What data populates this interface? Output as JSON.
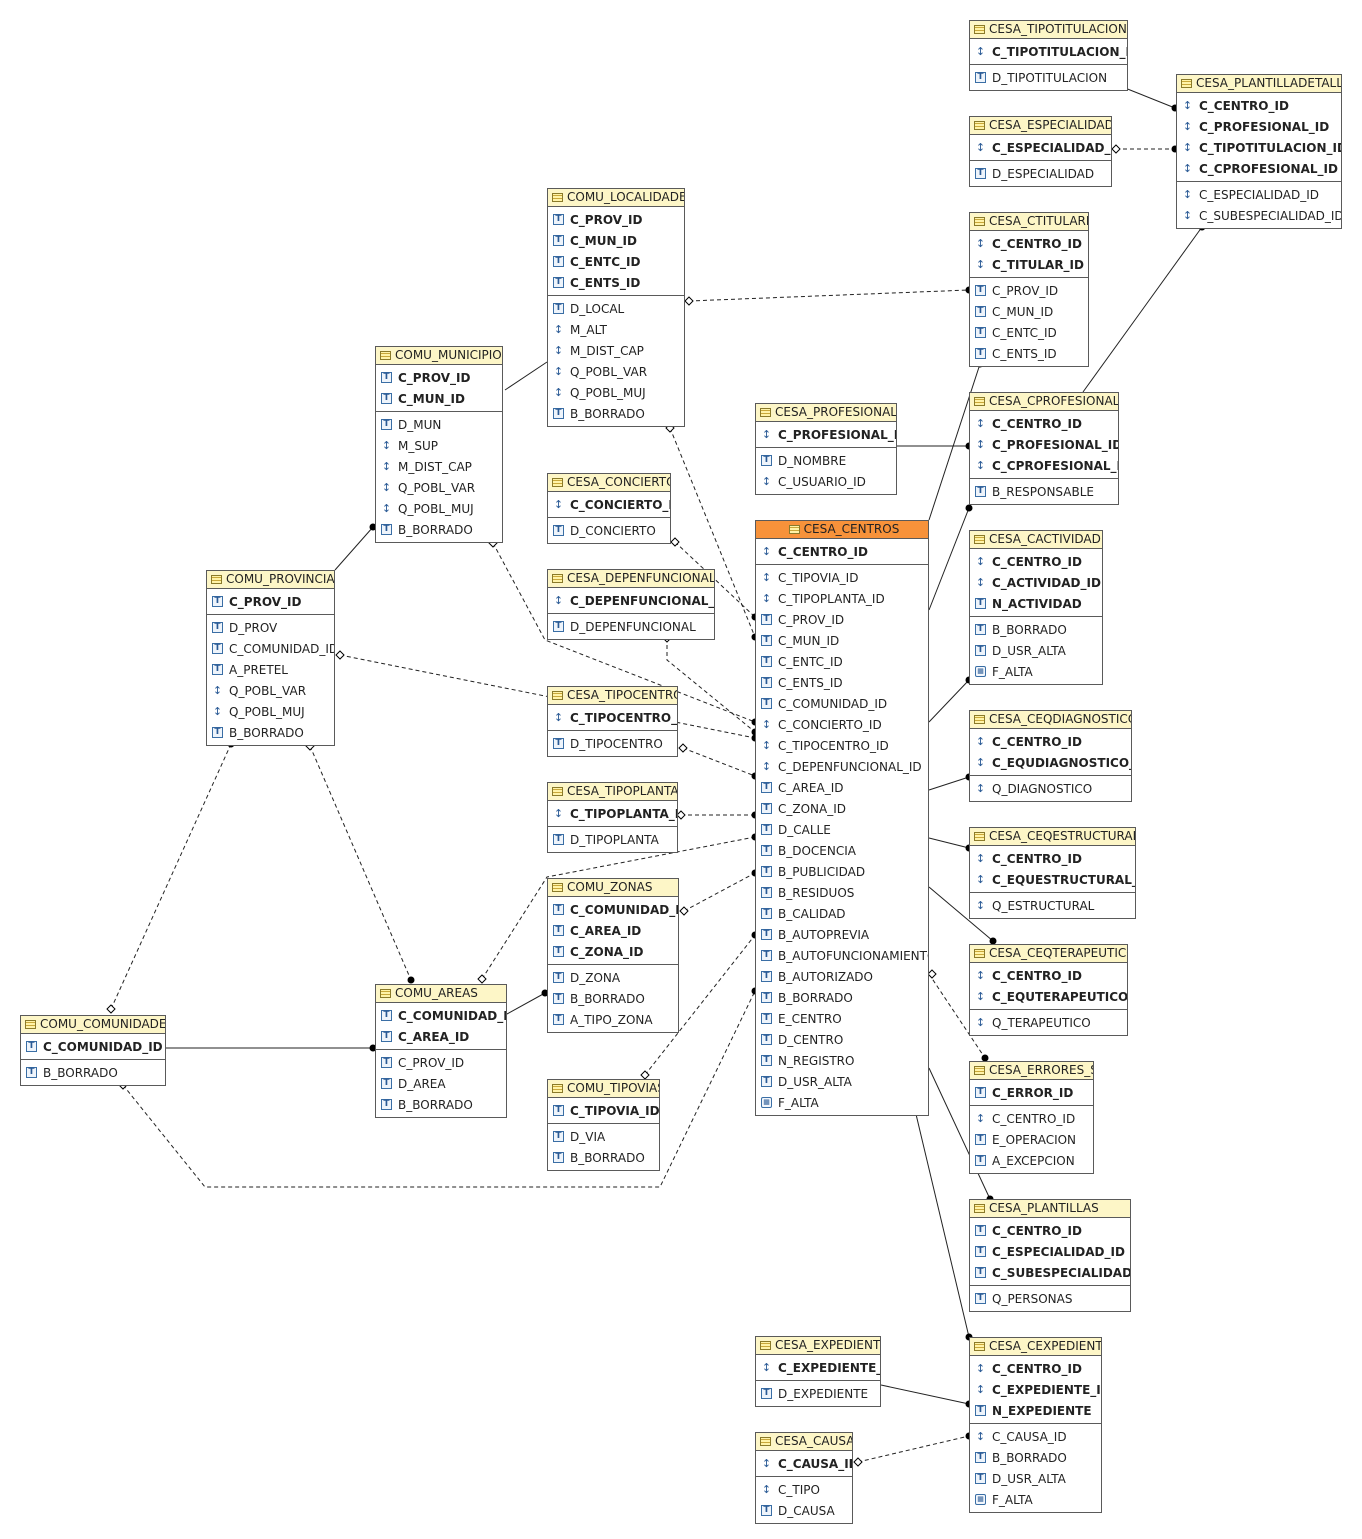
{
  "colors": {
    "header": "#fdf6c7",
    "main_header": "#f7923a",
    "border": "#5a5a5a",
    "line": "#222222"
  },
  "tables": {
    "cesa_tipotitulaciones": {
      "name": "CESA_TIPOTITULACIONES",
      "pk": [
        {
          "name": "C_TIPOTITULACION_ID",
          "icon": "number"
        }
      ],
      "cols": [
        {
          "name": "D_TIPOTITULACION",
          "icon": "text"
        }
      ]
    },
    "cesa_plantilladetalles": {
      "name": "CESA_PLANTILLADETALLES",
      "pk": [
        {
          "name": "C_CENTRO_ID",
          "icon": "number"
        },
        {
          "name": "C_PROFESIONAL_ID",
          "icon": "number"
        },
        {
          "name": "C_TIPOTITULACION_ID",
          "icon": "number"
        },
        {
          "name": "C_CPROFESIONAL_ID",
          "icon": "number"
        }
      ],
      "cols": [
        {
          "name": "C_ESPECIALIDAD_ID",
          "icon": "number"
        },
        {
          "name": "C_SUBESPECIALIDAD_ID",
          "icon": "number"
        }
      ]
    },
    "cesa_especialidades": {
      "name": "CESA_ESPECIALIDADES",
      "pk": [
        {
          "name": "C_ESPECIALIDAD_ID",
          "icon": "number"
        }
      ],
      "cols": [
        {
          "name": "D_ESPECIALIDAD",
          "icon": "text"
        }
      ]
    },
    "comu_localidades": {
      "name": "COMU_LOCALIDADES",
      "pk": [
        {
          "name": "C_PROV_ID",
          "icon": "text"
        },
        {
          "name": "C_MUN_ID",
          "icon": "text"
        },
        {
          "name": "C_ENTC_ID",
          "icon": "text"
        },
        {
          "name": "C_ENTS_ID",
          "icon": "text"
        }
      ],
      "cols": [
        {
          "name": "D_LOCAL",
          "icon": "text"
        },
        {
          "name": "M_ALT",
          "icon": "number"
        },
        {
          "name": "M_DIST_CAP",
          "icon": "number"
        },
        {
          "name": "Q_POBL_VAR",
          "icon": "number"
        },
        {
          "name": "Q_POBL_MUJ",
          "icon": "number"
        },
        {
          "name": "B_BORRADO",
          "icon": "text"
        }
      ]
    },
    "cesa_ctitulares": {
      "name": "CESA_CTITULARES",
      "pk": [
        {
          "name": "C_CENTRO_ID",
          "icon": "number"
        },
        {
          "name": "C_TITULAR_ID",
          "icon": "number"
        }
      ],
      "cols": [
        {
          "name": "C_PROV_ID",
          "icon": "text"
        },
        {
          "name": "C_MUN_ID",
          "icon": "text"
        },
        {
          "name": "C_ENTC_ID",
          "icon": "text"
        },
        {
          "name": "C_ENTS_ID",
          "icon": "text"
        }
      ]
    },
    "comu_municipios": {
      "name": "COMU_MUNICIPIOS",
      "pk": [
        {
          "name": "C_PROV_ID",
          "icon": "text"
        },
        {
          "name": "C_MUN_ID",
          "icon": "text"
        }
      ],
      "cols": [
        {
          "name": "D_MUN",
          "icon": "text"
        },
        {
          "name": "M_SUP",
          "icon": "number"
        },
        {
          "name": "M_DIST_CAP",
          "icon": "number"
        },
        {
          "name": "Q_POBL_VAR",
          "icon": "number"
        },
        {
          "name": "Q_POBL_MUJ",
          "icon": "number"
        },
        {
          "name": "B_BORRADO",
          "icon": "text"
        }
      ]
    },
    "cesa_profesionales": {
      "name": "CESA_PROFESIONALES",
      "pk": [
        {
          "name": "C_PROFESIONAL_ID",
          "icon": "number"
        }
      ],
      "cols": [
        {
          "name": "D_NOMBRE",
          "icon": "text"
        },
        {
          "name": "C_USUARIO_ID",
          "icon": "number"
        }
      ]
    },
    "cesa_cprofesionales": {
      "name": "CESA_CPROFESIONALES",
      "pk": [
        {
          "name": "C_CENTRO_ID",
          "icon": "number"
        },
        {
          "name": "C_PROFESIONAL_ID",
          "icon": "number"
        },
        {
          "name": "C_CPROFESIONAL_ID",
          "icon": "number"
        }
      ],
      "cols": [
        {
          "name": "B_RESPONSABLE",
          "icon": "text"
        }
      ]
    },
    "cesa_conciertos": {
      "name": "CESA_CONCIERTOS",
      "pk": [
        {
          "name": "C_CONCIERTO_ID",
          "icon": "number"
        }
      ],
      "cols": [
        {
          "name": "D_CONCIERTO",
          "icon": "text"
        }
      ]
    },
    "cesa_centros": {
      "name": "CESA_CENTROS",
      "pk": [
        {
          "name": "C_CENTRO_ID",
          "icon": "number"
        }
      ],
      "cols": [
        {
          "name": "C_TIPOVIA_ID",
          "icon": "number"
        },
        {
          "name": "C_TIPOPLANTA_ID",
          "icon": "number"
        },
        {
          "name": "C_PROV_ID",
          "icon": "text"
        },
        {
          "name": "C_MUN_ID",
          "icon": "text"
        },
        {
          "name": "C_ENTC_ID",
          "icon": "text"
        },
        {
          "name": "C_ENTS_ID",
          "icon": "text"
        },
        {
          "name": "C_COMUNIDAD_ID",
          "icon": "text"
        },
        {
          "name": "C_CONCIERTO_ID",
          "icon": "number"
        },
        {
          "name": "C_TIPOCENTRO_ID",
          "icon": "number"
        },
        {
          "name": "C_DEPENFUNCIONAL_ID",
          "icon": "number"
        },
        {
          "name": "C_AREA_ID",
          "icon": "text"
        },
        {
          "name": "C_ZONA_ID",
          "icon": "text"
        },
        {
          "name": "D_CALLE",
          "icon": "text"
        },
        {
          "name": "B_DOCENCIA",
          "icon": "text"
        },
        {
          "name": "B_PUBLICIDAD",
          "icon": "text"
        },
        {
          "name": "B_RESIDUOS",
          "icon": "text"
        },
        {
          "name": "B_CALIDAD",
          "icon": "text"
        },
        {
          "name": "B_AUTOPREVIA",
          "icon": "text"
        },
        {
          "name": "B_AUTOFUNCIONAMIENTO",
          "icon": "text"
        },
        {
          "name": "B_AUTORIZADO",
          "icon": "text"
        },
        {
          "name": "B_BORRADO",
          "icon": "text"
        },
        {
          "name": "E_CENTRO",
          "icon": "text"
        },
        {
          "name": "D_CENTRO",
          "icon": "text"
        },
        {
          "name": "N_REGISTRO",
          "icon": "text"
        },
        {
          "name": "D_USR_ALTA",
          "icon": "text"
        },
        {
          "name": "F_ALTA",
          "icon": "date"
        }
      ]
    },
    "comu_provincias": {
      "name": "COMU_PROVINCIAS",
      "pk": [
        {
          "name": "C_PROV_ID",
          "icon": "text"
        }
      ],
      "cols": [
        {
          "name": "D_PROV",
          "icon": "text"
        },
        {
          "name": "C_COMUNIDAD_ID",
          "icon": "text"
        },
        {
          "name": "A_PRETEL",
          "icon": "text"
        },
        {
          "name": "Q_POBL_VAR",
          "icon": "number"
        },
        {
          "name": "Q_POBL_MUJ",
          "icon": "number"
        },
        {
          "name": "B_BORRADO",
          "icon": "text"
        }
      ]
    },
    "cesa_depenfuncionales": {
      "name": "CESA_DEPENFUNCIONALES",
      "pk": [
        {
          "name": "C_DEPENFUNCIONAL_ID",
          "icon": "number"
        }
      ],
      "cols": [
        {
          "name": "D_DEPENFUNCIONAL",
          "icon": "text"
        }
      ]
    },
    "cesa_cactividades": {
      "name": "CESA_CACTIVIDADES",
      "pk": [
        {
          "name": "C_CENTRO_ID",
          "icon": "number"
        },
        {
          "name": "C_ACTIVIDAD_ID",
          "icon": "number"
        },
        {
          "name": "N_ACTIVIDAD",
          "icon": "text"
        }
      ],
      "cols": [
        {
          "name": "B_BORRADO",
          "icon": "text"
        },
        {
          "name": "D_USR_ALTA",
          "icon": "text"
        },
        {
          "name": "F_ALTA",
          "icon": "date"
        }
      ]
    },
    "cesa_tipocentros": {
      "name": "CESA_TIPOCENTROS",
      "pk": [
        {
          "name": "C_TIPOCENTRO_ID",
          "icon": "number"
        }
      ],
      "cols": [
        {
          "name": "D_TIPOCENTRO",
          "icon": "text"
        }
      ]
    },
    "cesa_ceqdiagnosticos": {
      "name": "CESA_CEQDIAGNOSTICOS",
      "pk": [
        {
          "name": "C_CENTRO_ID",
          "icon": "number"
        },
        {
          "name": "C_EQUDIAGNOSTICO_ID",
          "icon": "number"
        }
      ],
      "cols": [
        {
          "name": "Q_DIAGNOSTICO",
          "icon": "number"
        }
      ]
    },
    "cesa_tipoplantas": {
      "name": "CESA_TIPOPLANTAS",
      "pk": [
        {
          "name": "C_TIPOPLANTA_ID",
          "icon": "number"
        }
      ],
      "cols": [
        {
          "name": "D_TIPOPLANTA",
          "icon": "text"
        }
      ]
    },
    "cesa_ceqestructurales": {
      "name": "CESA_CEQESTRUCTURALES",
      "pk": [
        {
          "name": "C_CENTRO_ID",
          "icon": "number"
        },
        {
          "name": "C_EQUESTRUCTURAL_ID",
          "icon": "number"
        }
      ],
      "cols": [
        {
          "name": "Q_ESTRUCTURAL",
          "icon": "number"
        }
      ]
    },
    "comu_zonas": {
      "name": "COMU_ZONAS",
      "pk": [
        {
          "name": "C_COMUNIDAD_ID",
          "icon": "text"
        },
        {
          "name": "C_AREA_ID",
          "icon": "text"
        },
        {
          "name": "C_ZONA_ID",
          "icon": "text"
        }
      ],
      "cols": [
        {
          "name": "D_ZONA",
          "icon": "text"
        },
        {
          "name": "B_BORRADO",
          "icon": "text"
        },
        {
          "name": "A_TIPO_ZONA",
          "icon": "text"
        }
      ]
    },
    "cesa_ceqterapeuticos": {
      "name": "CESA_CEQTERAPEUTICOS",
      "pk": [
        {
          "name": "C_CENTRO_ID",
          "icon": "number"
        },
        {
          "name": "C_EQUTERAPEUTICO_ID",
          "icon": "number"
        }
      ],
      "cols": [
        {
          "name": "Q_TERAPEUTICO",
          "icon": "number"
        }
      ]
    },
    "comu_areas": {
      "name": "COMU_AREAS",
      "pk": [
        {
          "name": "C_COMUNIDAD_ID",
          "icon": "text"
        },
        {
          "name": "C_AREA_ID",
          "icon": "text"
        }
      ],
      "cols": [
        {
          "name": "C_PROV_ID",
          "icon": "text"
        },
        {
          "name": "D_AREA",
          "icon": "text"
        },
        {
          "name": "B_BORRADO",
          "icon": "text"
        }
      ]
    },
    "comu_comunidades": {
      "name": "COMU_COMUNIDADES",
      "pk": [
        {
          "name": "C_COMUNIDAD_ID",
          "icon": "text"
        }
      ],
      "cols": [
        {
          "name": "B_BORRADO",
          "icon": "text"
        }
      ]
    },
    "cesa_errores_siis": {
      "name": "CESA_ERRORES_SIIS",
      "pk": [
        {
          "name": "C_ERROR_ID",
          "icon": "text"
        }
      ],
      "cols": [
        {
          "name": "C_CENTRO_ID",
          "icon": "number"
        },
        {
          "name": "E_OPERACION",
          "icon": "text"
        },
        {
          "name": "A_EXCEPCION",
          "icon": "text"
        }
      ]
    },
    "comu_tipovias": {
      "name": "COMU_TIPOVIAS",
      "pk": [
        {
          "name": "C_TIPOVIA_ID",
          "icon": "text"
        }
      ],
      "cols": [
        {
          "name": "D_VIA",
          "icon": "text"
        },
        {
          "name": "B_BORRADO",
          "icon": "text"
        }
      ]
    },
    "cesa_plantillas": {
      "name": "CESA_PLANTILLAS",
      "pk": [
        {
          "name": "C_CENTRO_ID",
          "icon": "text"
        },
        {
          "name": "C_ESPECIALIDAD_ID",
          "icon": "text"
        },
        {
          "name": "C_SUBESPECIALIDAD_ID",
          "icon": "text"
        }
      ],
      "cols": [
        {
          "name": "Q_PERSONAS",
          "icon": "text"
        }
      ]
    },
    "cesa_expedientes": {
      "name": "CESA_EXPEDIENTES",
      "pk": [
        {
          "name": "C_EXPEDIENTE_ID",
          "icon": "number"
        }
      ],
      "cols": [
        {
          "name": "D_EXPEDIENTE",
          "icon": "text"
        }
      ]
    },
    "cesa_cexpedientes": {
      "name": "CESA_CEXPEDIENTES",
      "pk": [
        {
          "name": "C_CENTRO_ID",
          "icon": "number"
        },
        {
          "name": "C_EXPEDIENTE_ID",
          "icon": "number"
        },
        {
          "name": "N_EXPEDIENTE",
          "icon": "text"
        }
      ],
      "cols": [
        {
          "name": "C_CAUSA_ID",
          "icon": "number"
        },
        {
          "name": "B_BORRADO",
          "icon": "text"
        },
        {
          "name": "D_USR_ALTA",
          "icon": "text"
        },
        {
          "name": "F_ALTA",
          "icon": "date"
        }
      ]
    },
    "cesa_causas": {
      "name": "CESA_CAUSAS",
      "pk": [
        {
          "name": "C_CAUSA_ID",
          "icon": "number"
        }
      ],
      "cols": [
        {
          "name": "C_TIPO",
          "icon": "number"
        },
        {
          "name": "D_CAUSA",
          "icon": "text"
        }
      ]
    }
  }
}
